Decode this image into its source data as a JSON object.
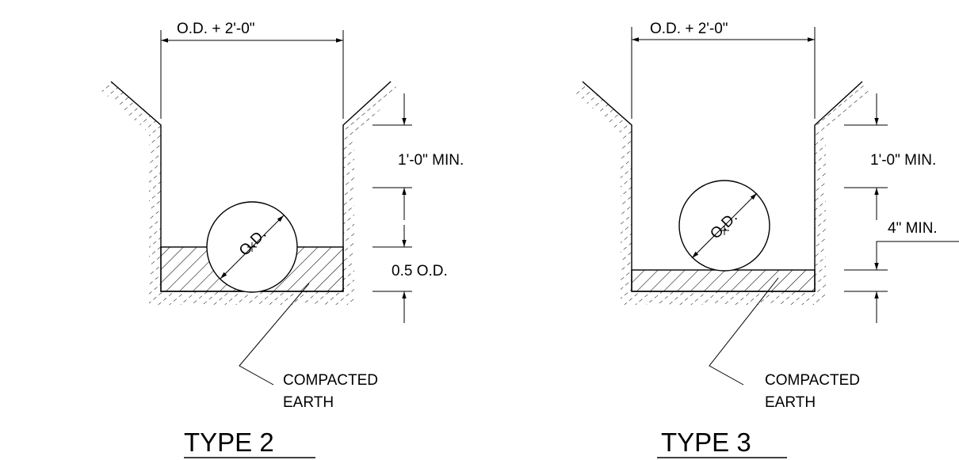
{
  "type2": {
    "width_label": "O.D. + 2'-0\"",
    "cover_label": "1'-0\" MIN.",
    "bedding_label": "0.5 O.D.",
    "pipe_label": "O.D.",
    "callout_line1": "COMPACTED",
    "callout_line2": "EARTH",
    "title": "TYPE 2"
  },
  "type3": {
    "width_label": "O.D. + 2'-0\"",
    "cover_label": "1'-0\" MIN.",
    "bedding_label": "4\" MIN.",
    "pipe_label": "O.D.",
    "callout_line1": "COMPACTED",
    "callout_line2": "EARTH",
    "title": "TYPE 3"
  }
}
